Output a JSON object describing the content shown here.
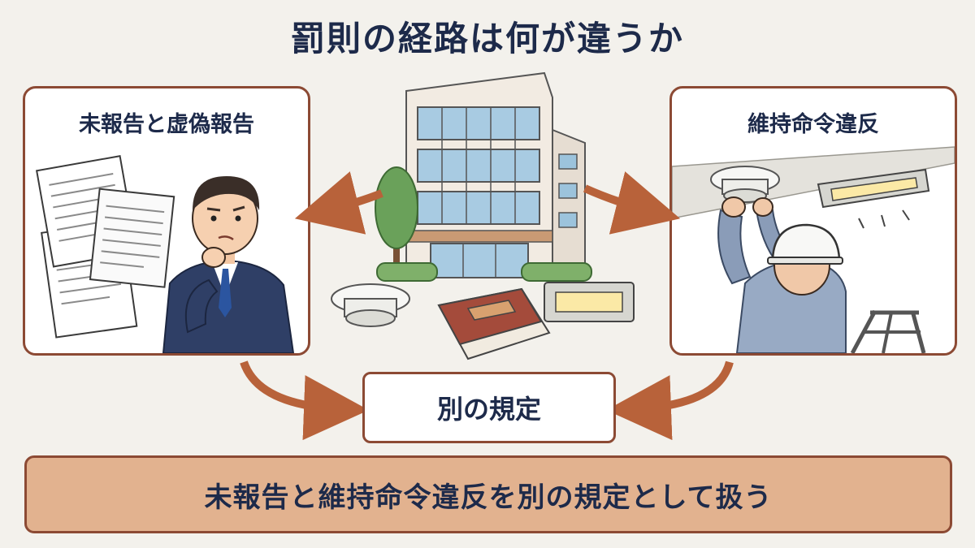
{
  "title": "罰則の経路は何が違うか",
  "left_panel": {
    "label": "未報告と虚偽報告"
  },
  "right_panel": {
    "label": "維持命令違反"
  },
  "center_box": {
    "label": "別の規定"
  },
  "banner": {
    "text": "未報告と維持命令違反を別の規定として扱う"
  },
  "colors": {
    "accent_brown": "#8c4a34",
    "arrow": "#b8623a",
    "banner_fill": "#e2b28f",
    "text_navy": "#1d2a4a",
    "background": "#f3f1ec"
  },
  "icons": [
    "document-stack-icon",
    "thinking-businessman-icon",
    "office-building-icon",
    "smoke-detector-icon",
    "rule-book-icon",
    "emergency-light-icon",
    "maintenance-worker-icon",
    "ladder-icon"
  ]
}
